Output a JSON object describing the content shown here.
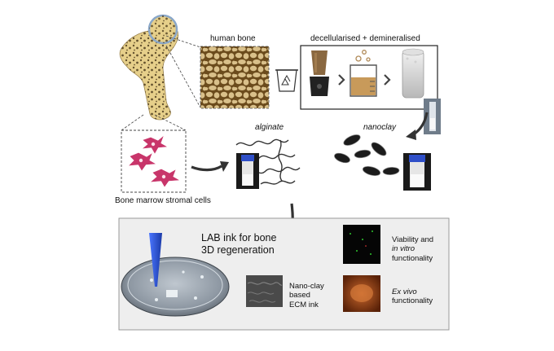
{
  "labels": {
    "human_bone": "human bone",
    "decell": "decellularised + demineralised",
    "alginate": "alginate",
    "nanoclay": "nanoclay",
    "bmsc": "Bone marrow stromal cells",
    "lab_ink_line1": "LAB ink for bone",
    "lab_ink_line2": "3D regeneration",
    "viability_line1": "Viability and",
    "viability_line2_it": "in vitro",
    "viability_line3": "functionality",
    "nanoclay_ink_line1": "Nano-clay",
    "nanoclay_ink_line2": "based",
    "nanoclay_ink_line3": "ECM ink",
    "exvivo_line1_it": "Ex vivo",
    "exvivo_line2": "functionality"
  },
  "icons": {
    "recycle": "recycle-bin-icon",
    "blender": "blender-icon",
    "beaker": "beaker-icon",
    "tube": "tube-icon",
    "chevron": "chevron-right-icon"
  },
  "colors": {
    "bone": "#e6cf8a",
    "bone_pore": "#6b4b1c",
    "cell": "#c8356a",
    "nozzle": "#2b54d8",
    "panel_bg": "#eeeeee",
    "blue_cap": "#2f4fc8"
  }
}
